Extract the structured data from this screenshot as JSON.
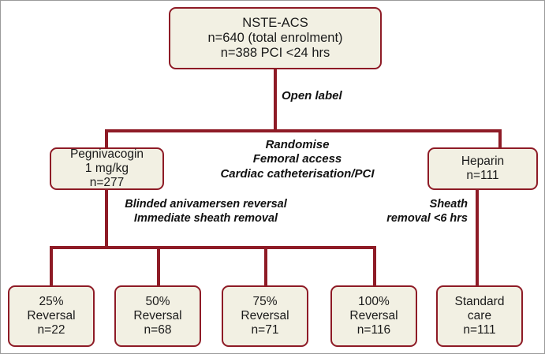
{
  "diagram": {
    "title": "NSTE-ACS trial randomisation flow",
    "colors": {
      "box_fill": "#f2f0e3",
      "box_border": "#8e1b26",
      "connector": "#8e1b26",
      "text": "#1a1a1a",
      "canvas": "#ffffff",
      "frame": "#9a9a9a"
    },
    "nodes": {
      "root": {
        "line1": "NSTE-ACS",
        "line2": "n=640 (total enrolment)",
        "line3": "n=388 PCI <24 hrs"
      },
      "arm_left": {
        "line1": "Pegnivacogin",
        "line2": "1 mg/kg",
        "line3": "n=277"
      },
      "arm_right": {
        "line1": "Heparin",
        "line2": "n=111"
      },
      "leaf_25": {
        "line1": "25%",
        "line2": "Reversal",
        "line3": "n=22"
      },
      "leaf_50": {
        "line1": "50%",
        "line2": "Reversal",
        "line3": "n=68"
      },
      "leaf_75": {
        "line1": "75%",
        "line2": "Reversal",
        "line3": "n=71"
      },
      "leaf_100": {
        "line1": "100%",
        "line2": "Reversal",
        "line3": "n=116"
      },
      "leaf_standard": {
        "line1": "Standard",
        "line2": "care",
        "line3": "n=111"
      }
    },
    "annotations": {
      "open_label": {
        "line1": "Open label"
      },
      "randomise": {
        "line1": "Randomise",
        "line2": "Femoral access",
        "line3": "Cardiac catheterisation/PCI"
      },
      "reversal_protocol": {
        "line1": "Blinded anivamersen reversal",
        "line2": "Immediate sheath removal"
      },
      "sheath_protocol": {
        "line1": "Sheath",
        "line2": "removal <6 hrs"
      }
    }
  }
}
